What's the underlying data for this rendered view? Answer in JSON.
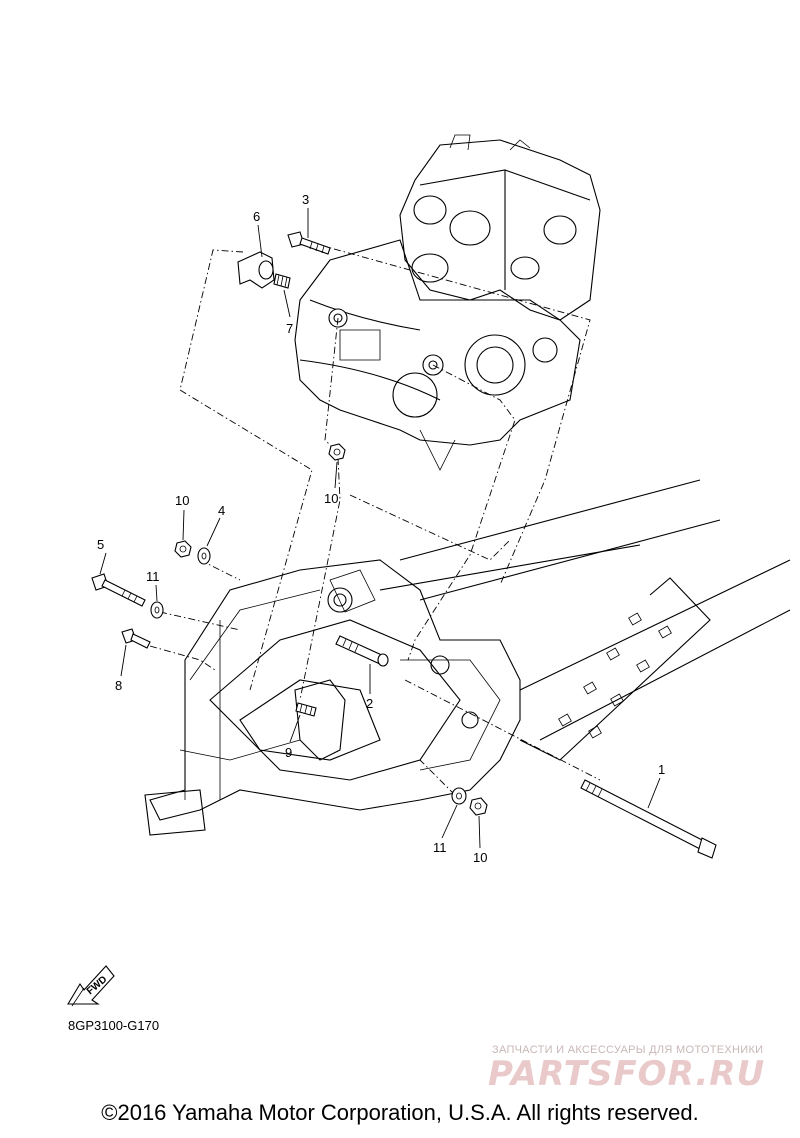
{
  "callouts": {
    "c1": "1",
    "c2": "2",
    "c3": "3",
    "c4": "4",
    "c5": "5",
    "c6": "6",
    "c7": "7",
    "c8": "8",
    "c9": "9",
    "c10a": "10",
    "c10b": "10",
    "c10c": "10",
    "c11a": "11",
    "c11b": "11"
  },
  "fwd_label": "FWD",
  "part_code": "8GP3100-G170",
  "watermark": {
    "tagline": "ЗАПЧАСТИ И АКСЕССУАРЫ ДЛЯ МОТОТЕХНИКИ",
    "logo": "PARTSFOR.RU"
  },
  "copyright": "©2016 Yamaha Motor Corporation, U.S.A. All rights reserved."
}
